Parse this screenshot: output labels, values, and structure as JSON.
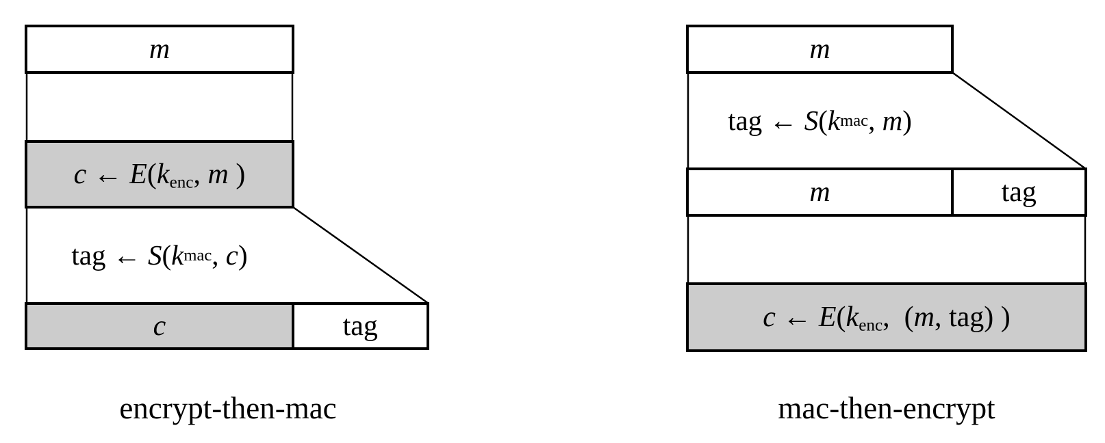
{
  "figure": {
    "description_left": "encrypt-then-mac construction",
    "description_right": "mac-then-encrypt construction"
  },
  "diagrams": {
    "left": {
      "caption": "encrypt-then-mac",
      "message_label": "m",
      "enc_formula": [
        "c",
        " ← ",
        "E",
        "(",
        "k",
        "enc",
        ", ",
        "m",
        " )"
      ],
      "mac_formula": [
        "tag",
        " ← ",
        "S",
        "(",
        "k",
        "mac",
        ", ",
        "c",
        ")"
      ],
      "output_cipher_label": "c",
      "output_tag_label": "tag"
    },
    "right": {
      "caption": "mac-then-encrypt",
      "message_label": "m",
      "mac_formula": [
        "tag",
        " ← ",
        "S",
        "(",
        "k",
        "mac",
        ", ",
        "m",
        ")"
      ],
      "mid_message_label": "m",
      "mid_tag_label": "tag",
      "enc_formula": [
        "c",
        " ← ",
        "E",
        "(",
        "k",
        "enc",
        ",  (",
        "m",
        ", tag) )"
      ]
    }
  },
  "colors": {
    "shaded_fill": "#cccccc",
    "line": "#000000",
    "background": "#ffffff"
  }
}
